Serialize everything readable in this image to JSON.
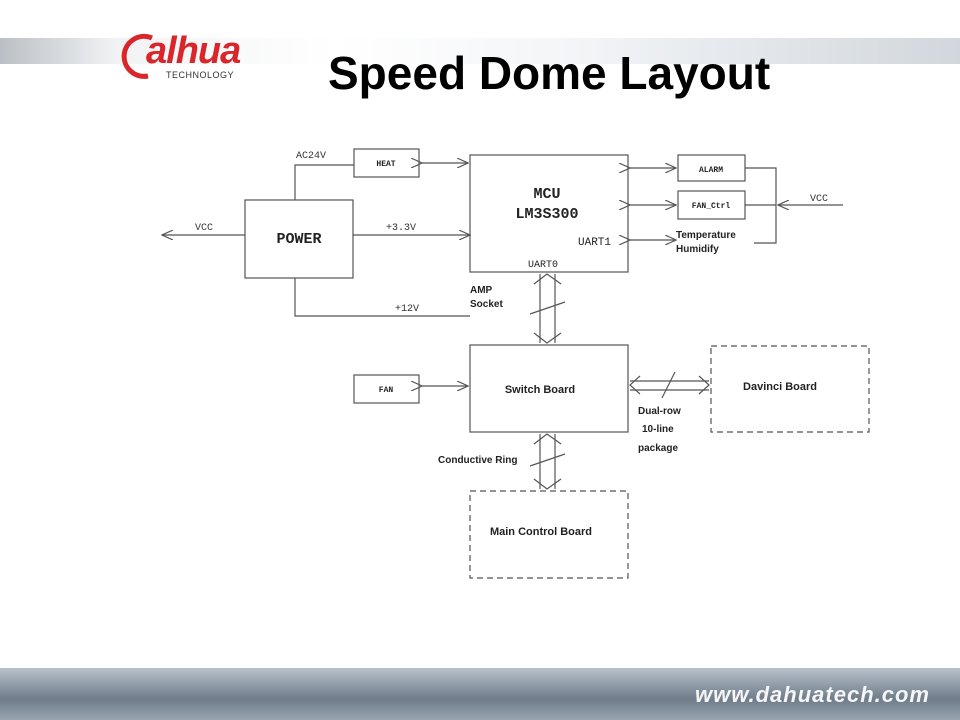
{
  "header": {
    "logo_text": "alhua",
    "logo_subtext": "TECHNOLOGY",
    "title": "Speed Dome Layout"
  },
  "diagram": {
    "blocks": {
      "power": "POWER",
      "heat": "HEAT",
      "mcu_line1": "MCU",
      "mcu_line2": "LM3S300",
      "uart1": "UART1",
      "uart0": "UART0",
      "alarm": "ALARM",
      "fan_ctrl": "FAN_Ctrl",
      "fan": "FAN",
      "switch_board": "Switch Board",
      "davinci_board": "Davinci Board",
      "main_control_board": "Main Control Board"
    },
    "labels": {
      "ac24v": "AC24V",
      "vcc_left": "VCC",
      "vcc_right": "VCC",
      "v33": "+3.3V",
      "v12": "+12V",
      "temperature": "Temperature",
      "humidify": "Humidify",
      "amp": "AMP",
      "socket": "Socket",
      "dual_row": "Dual-row",
      "ten_line": "10-line",
      "package": "package",
      "conductive_ring": "Conductive Ring"
    }
  },
  "footer": {
    "url": "www.dahuatech.com"
  },
  "colors": {
    "logo_red": "#d9262b",
    "line": "#555555"
  }
}
